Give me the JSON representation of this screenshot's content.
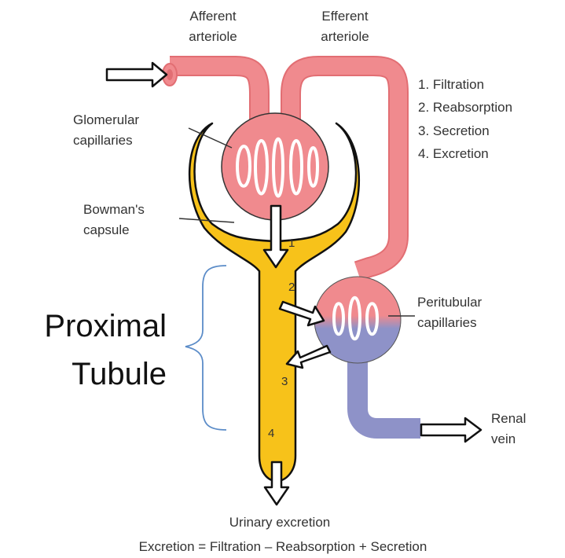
{
  "labels": {
    "afferent_1": "Afferent",
    "afferent_2": "arteriole",
    "efferent_1": "Efferent",
    "efferent_2": "arteriole",
    "glomerular_1": "Glomerular",
    "glomerular_2": "capillaries",
    "bowman_1": "Bowman's",
    "bowman_2": "capsule",
    "peritubular_1": "Peritubular",
    "peritubular_2": "capillaries",
    "renal_1": "Renal",
    "renal_2": "vein",
    "urinary": "Urinary excretion",
    "equation": "Excretion = Filtration – Reabsorption + Secretion"
  },
  "processes": [
    "1. Filtration",
    "2. Reabsorption",
    "3. Secretion",
    "4. Excretion"
  ],
  "step_numbers": [
    "1",
    "2",
    "3",
    "4"
  ],
  "annotation": {
    "line1": "Proximal",
    "line2": "Tubule"
  },
  "colors": {
    "blood_red": "#f08a8e",
    "blood_red_dark": "#e06b70",
    "blood_blue": "#8e92c8",
    "tubule_yellow": "#f7c21a",
    "bracket_blue": "#5b8cc8"
  }
}
